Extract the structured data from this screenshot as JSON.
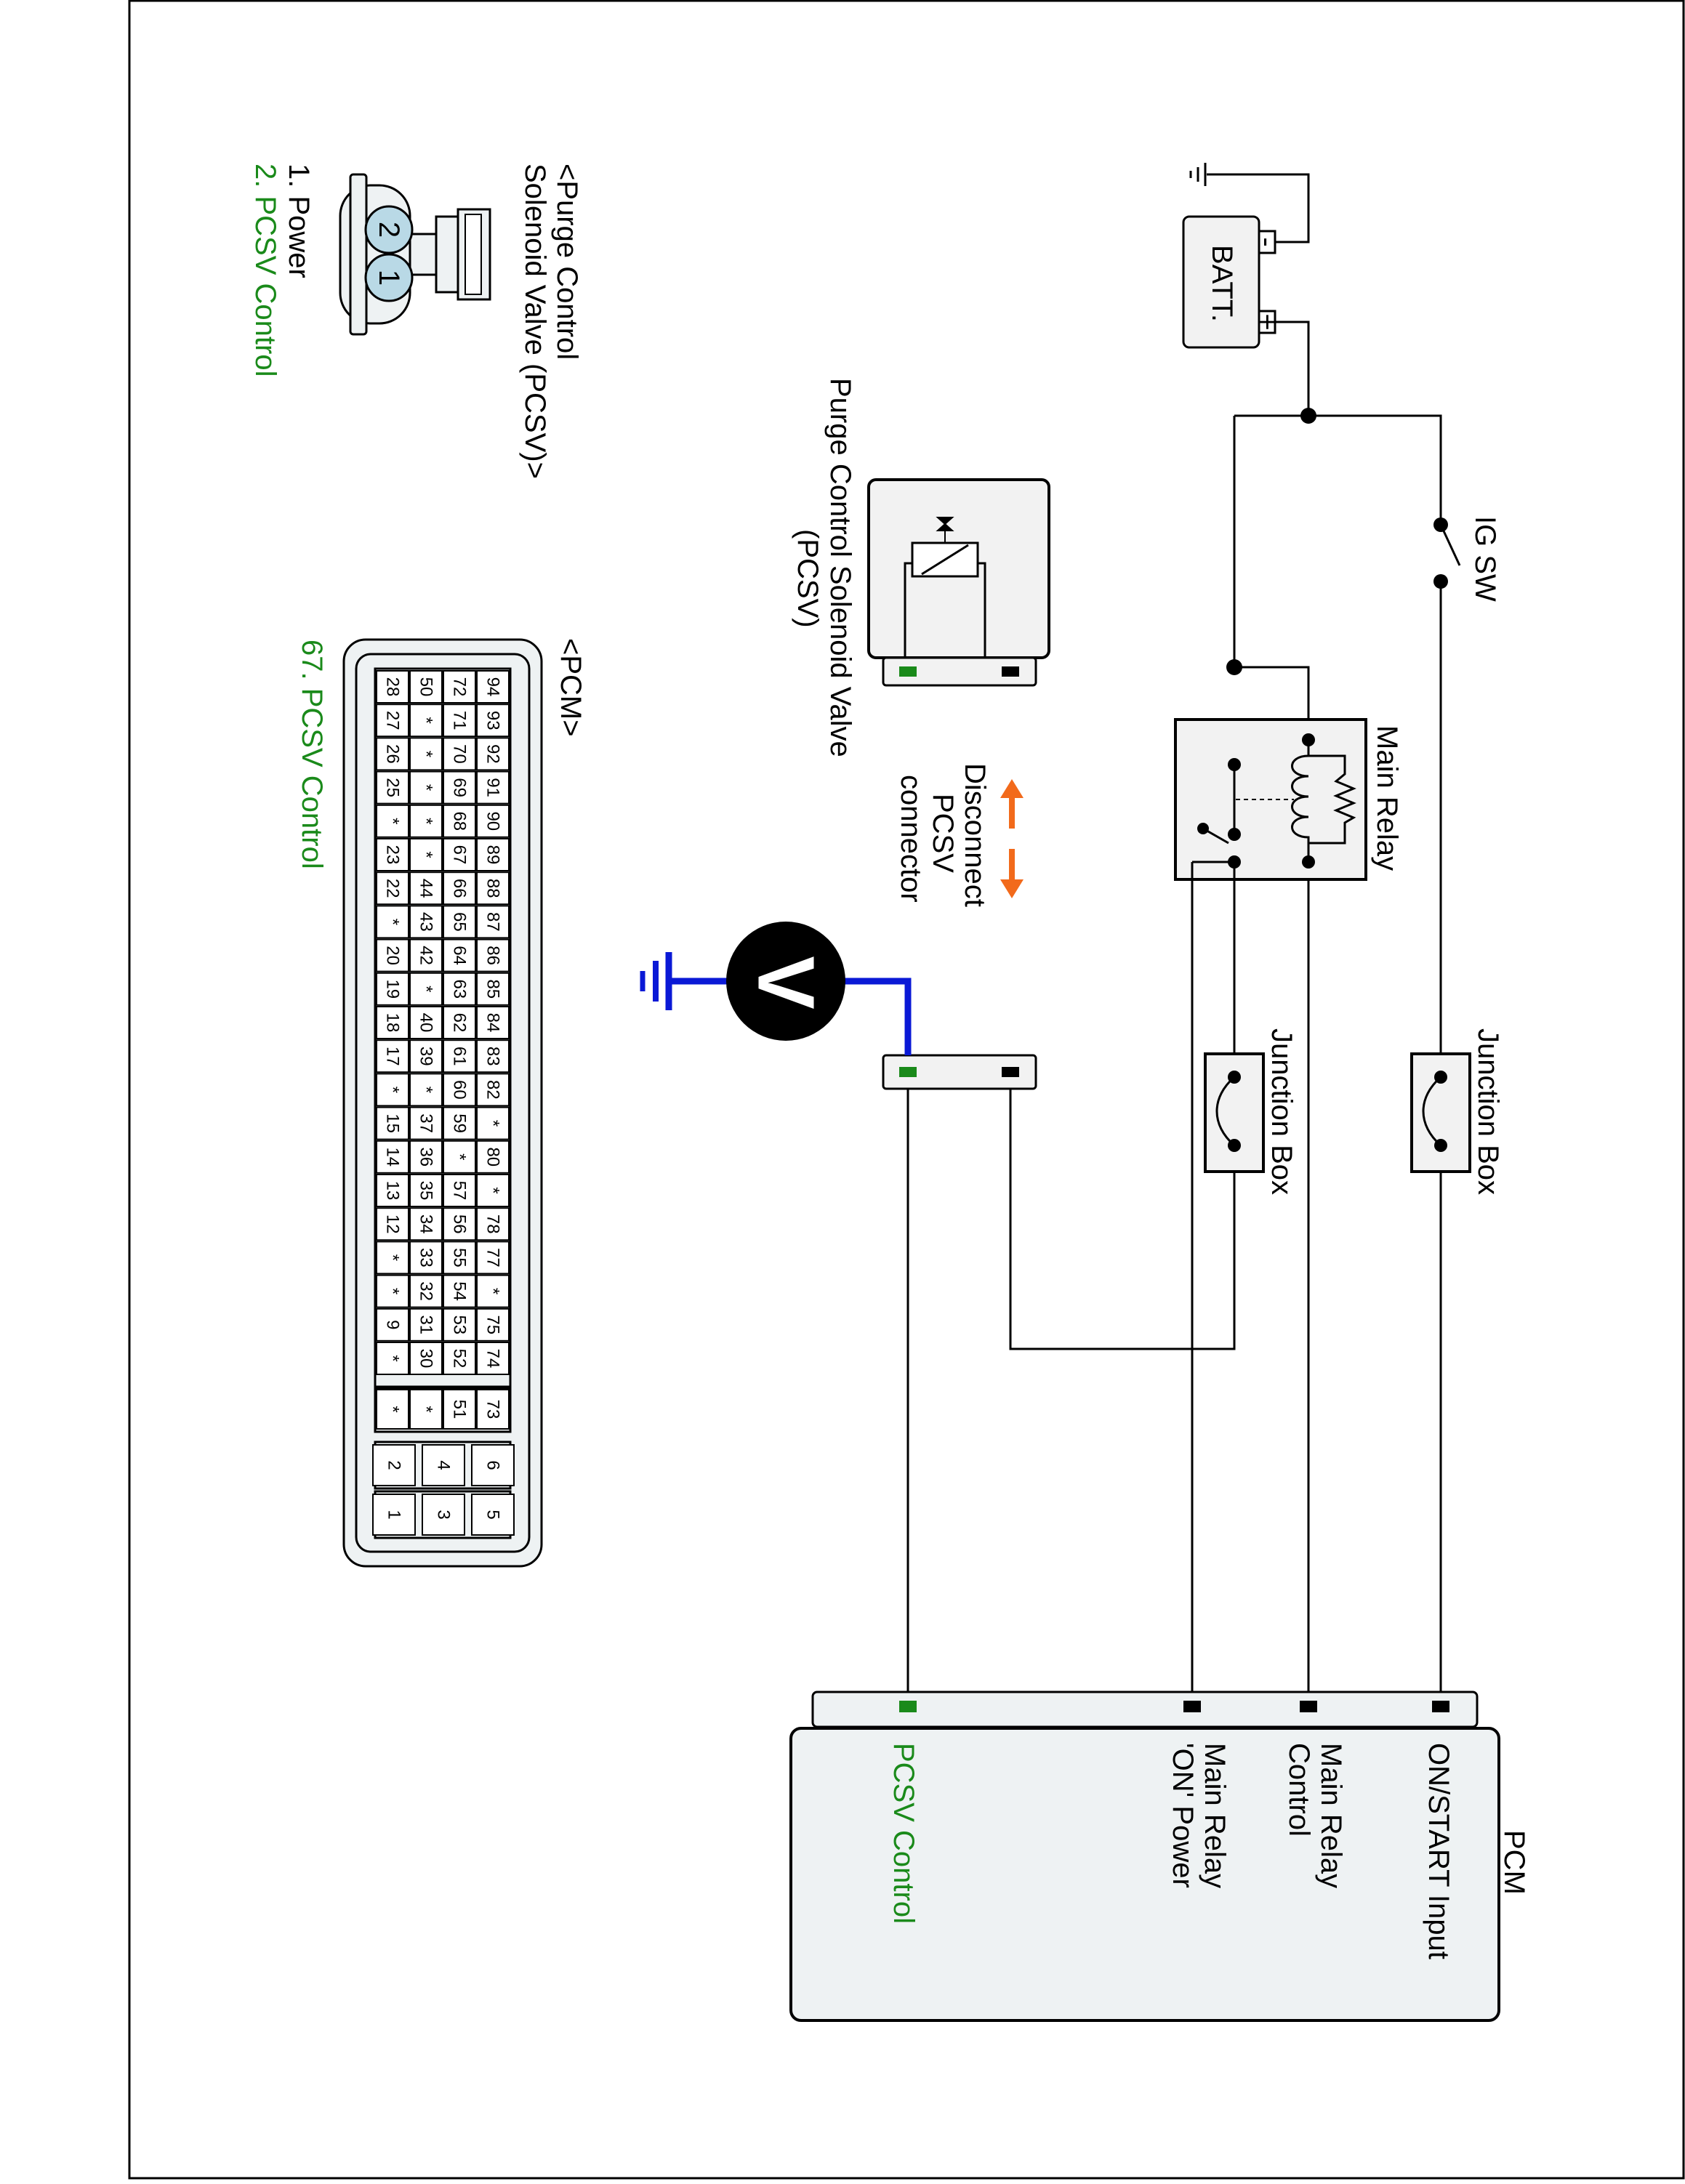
{
  "labels": {
    "batt": "BATT.",
    "batt_minus": "-",
    "batt_plus": "+",
    "ig_sw": "IG SW",
    "main_relay": "Main Relay",
    "junction_box_1": "Junction Box",
    "junction_box_2": "Junction Box",
    "pcsv_box": "Purge Control Solenoid Valve",
    "pcsv_box_2": "(PCSV)",
    "disconnect_1": "Disconnect",
    "disconnect_2": "PCSV",
    "disconnect_3": "connector",
    "meter": "V",
    "pcm_title": "PCM",
    "pcm_on_start": "ON/START Input",
    "pcm_relay_control_1": "Main Relay",
    "pcm_relay_control_2": "Control",
    "pcm_relay_power_1": "Main Relay",
    "pcm_relay_power_2": "'ON' Power",
    "pcm_pcsv_control": "PCSV Control"
  },
  "pcsv_connector": {
    "title_1": "<Purge Control",
    "title_2": "Solenoid Valve (PCSV)>",
    "pin_1": "1",
    "pin_2": "2",
    "legend_1": "1. Power",
    "legend_2": "2. PCSV Control"
  },
  "pcm_connector": {
    "title": "<PCM>",
    "highlight_label": "67. PCSV Control",
    "rows": [
      [
        "94",
        "93",
        "92",
        "91",
        "90",
        "89",
        "88",
        "87",
        "86",
        "85",
        "84",
        "83",
        "82",
        "*",
        "80",
        "*",
        "78",
        "77",
        "*",
        "75",
        "74"
      ],
      [
        "72",
        "71",
        "70",
        "69",
        "68",
        "67",
        "66",
        "65",
        "64",
        "63",
        "62",
        "61",
        "60",
        "59",
        "*",
        "57",
        "56",
        "55",
        "54",
        "53",
        "52"
      ],
      [
        "50",
        "*",
        "*",
        "*",
        "*",
        "*",
        "44",
        "43",
        "42",
        "*",
        "40",
        "39",
        "*",
        "37",
        "36",
        "35",
        "34",
        "33",
        "32",
        "31",
        "30"
      ],
      [
        "28",
        "27",
        "26",
        "25",
        "*",
        "23",
        "22",
        "*",
        "20",
        "19",
        "18",
        "17",
        "*",
        "15",
        "14",
        "13",
        "12",
        "*",
        "*",
        "9",
        "*"
      ]
    ],
    "small_rows": [
      [
        "73",
        "51",
        "*",
        "*"
      ]
    ],
    "big_rows": [
      [
        "6",
        "4",
        "2"
      ],
      [
        "5",
        "3",
        "1"
      ]
    ],
    "highlight_pin": "67"
  },
  "colors": {
    "control_green": "#1a8a1a",
    "probe_blue": "#0a19d6",
    "arrow_orange": "#f26a1b",
    "highlight_cell": "#b9d9e6"
  }
}
